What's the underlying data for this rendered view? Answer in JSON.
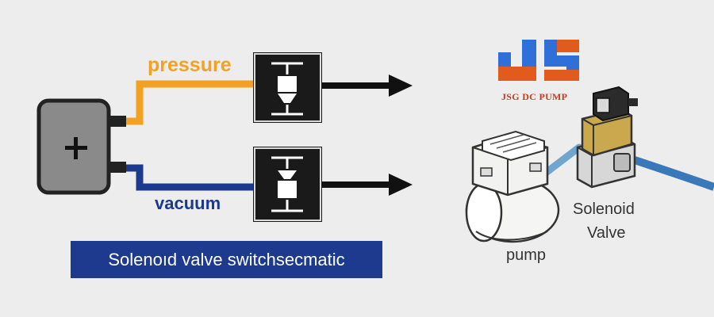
{
  "diagram": {
    "ports": {
      "pressure": "pressure",
      "vacuum": "vacuum"
    },
    "banner": "Solenoıd valve switchsecmatic",
    "control_box_symbol": "+",
    "colors": {
      "pressure": "#f2a122",
      "vacuum": "#1b3a8f",
      "banner": "#1d3a8e"
    }
  },
  "product": {
    "logo_text": "JS",
    "brand": "JSG DC PUMP",
    "valve_label_line1": "Solenoid",
    "valve_label_line2": "Valve",
    "pump_label": "pump"
  },
  "icons": [
    "control-box-icon",
    "valve-symbol-icon",
    "arrow-icon",
    "pump-icon",
    "solenoid-valve-icon"
  ]
}
